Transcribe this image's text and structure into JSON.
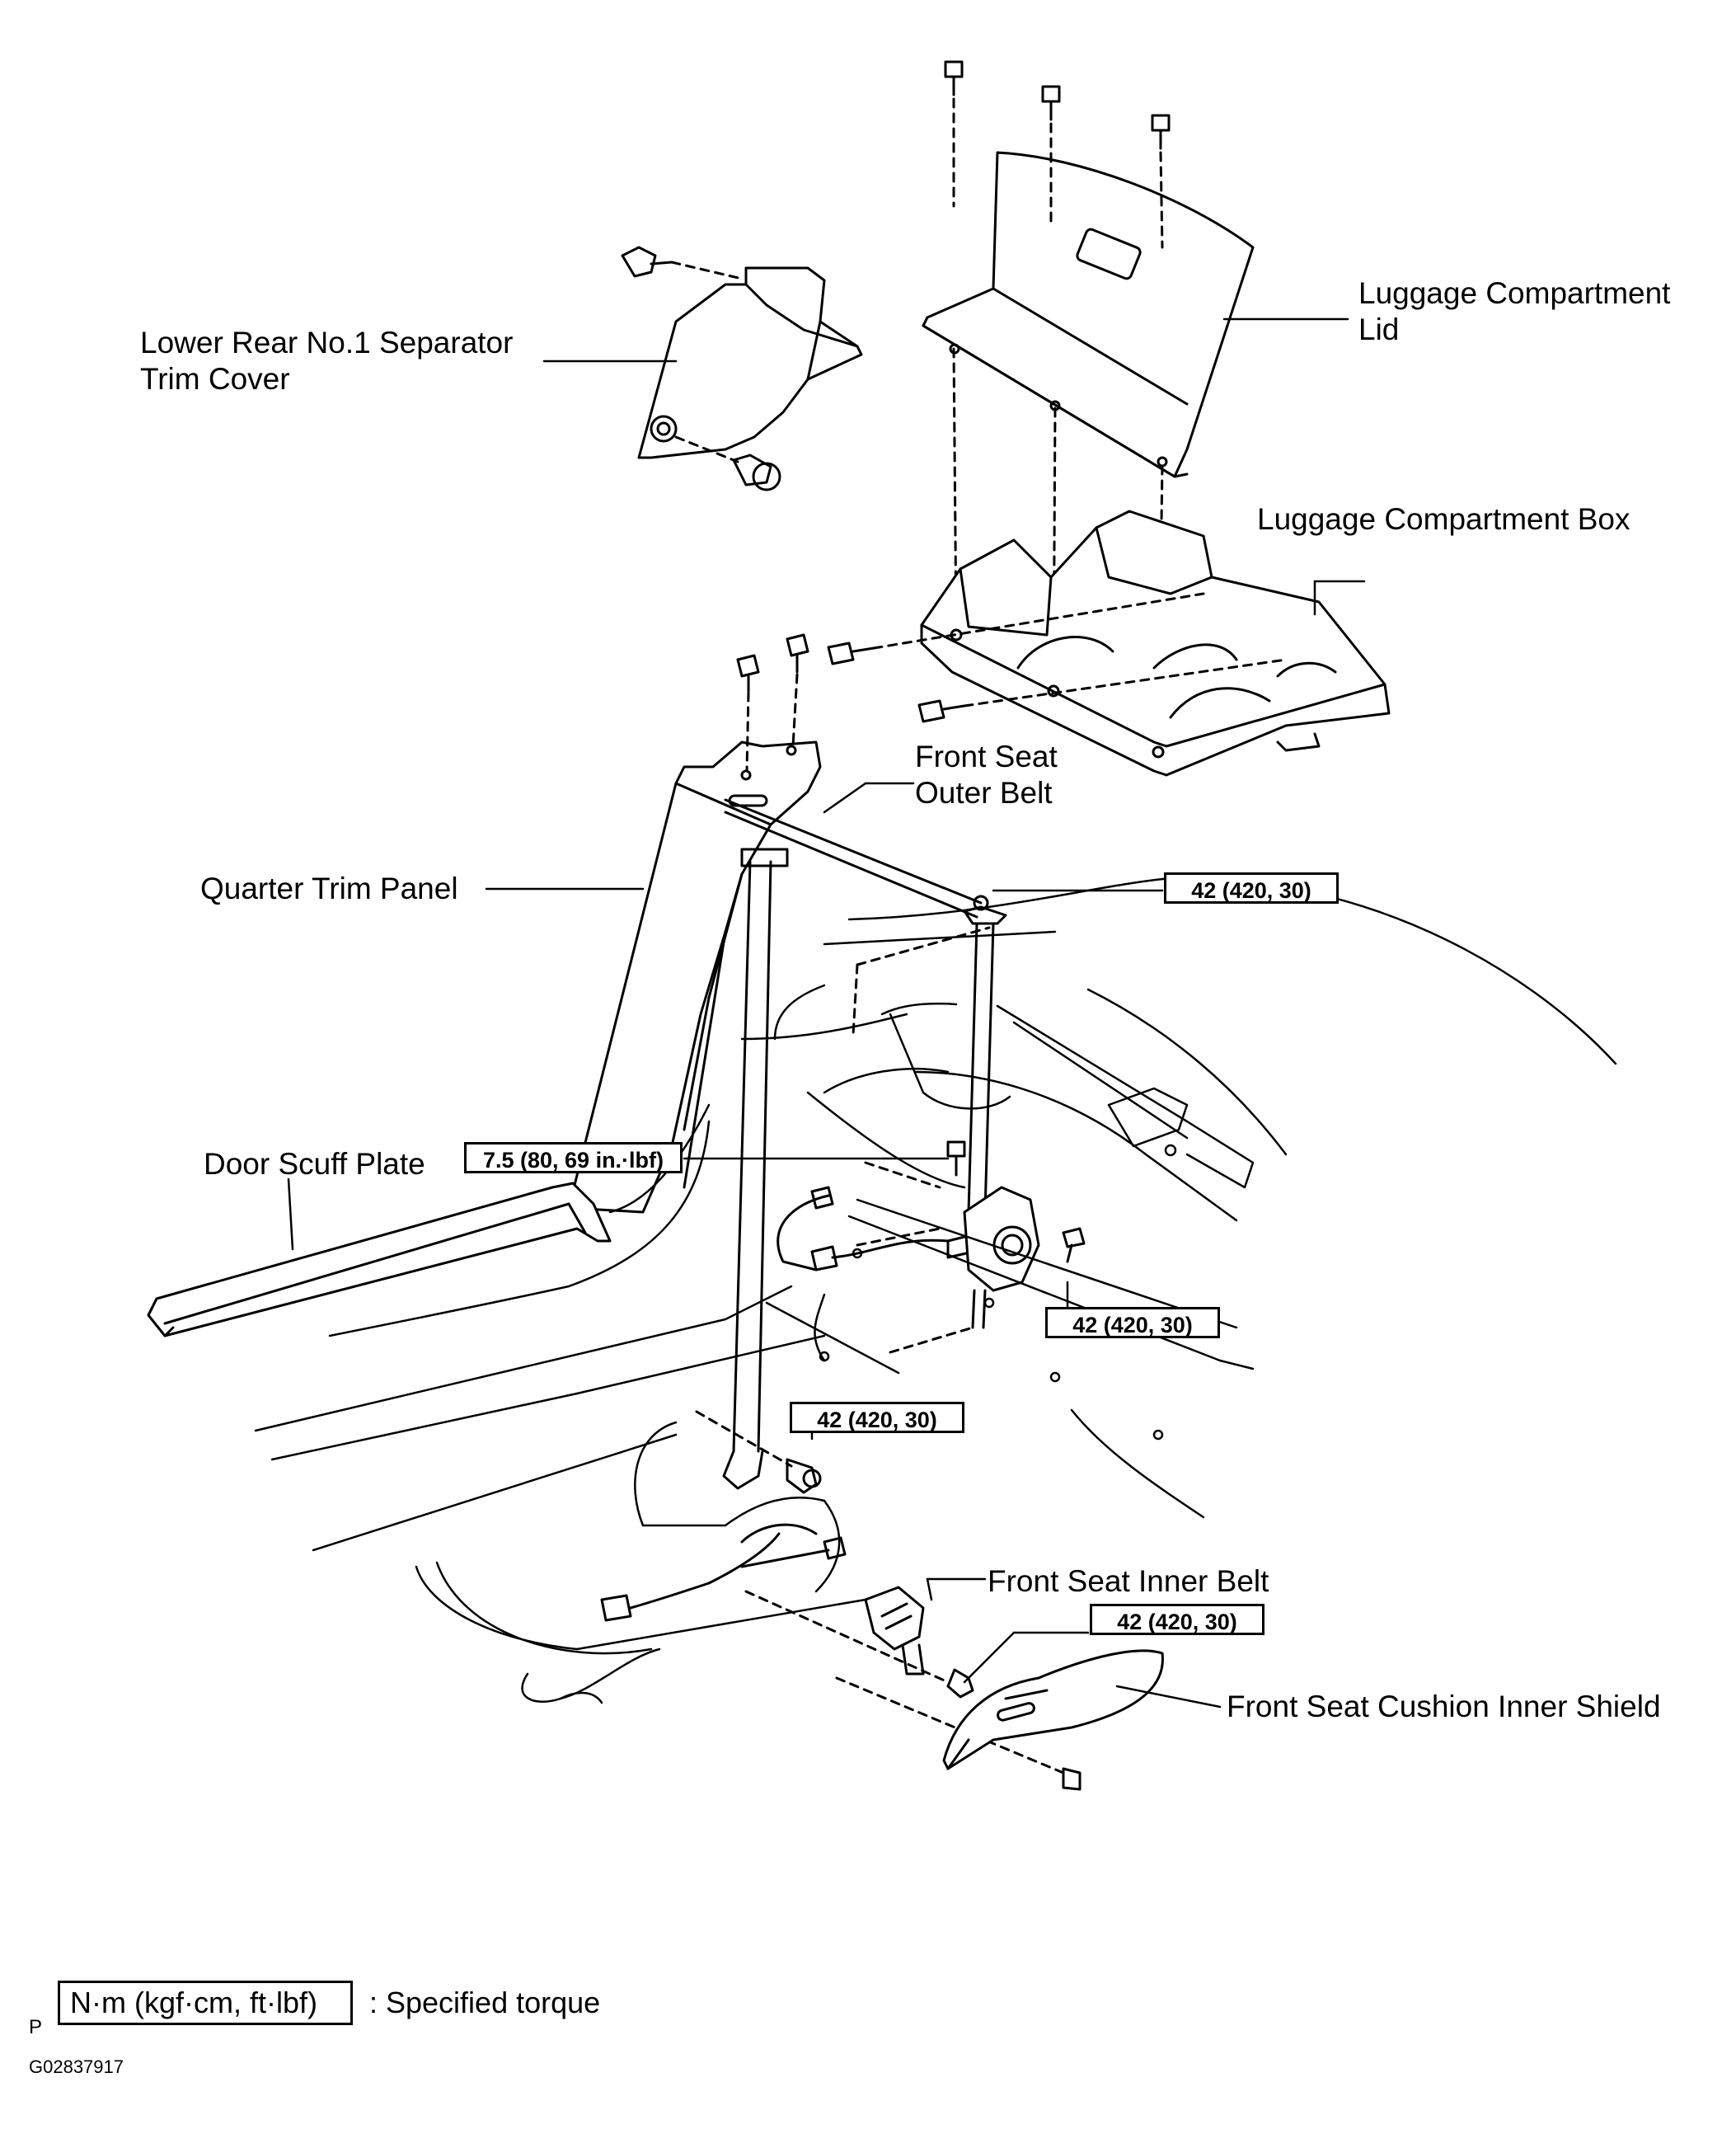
{
  "labels": {
    "separator_trim_cover": [
      "Lower Rear No.1 Separator",
      "Trim Cover"
    ],
    "luggage_lid": [
      "Luggage Compartment",
      "Lid"
    ],
    "luggage_box": "Luggage Compartment Box",
    "outer_belt": [
      "Front Seat",
      "Outer Belt"
    ],
    "quarter_trim": "Quarter Trim Panel",
    "door_scuff": "Door Scuff Plate",
    "inner_belt": "Front Seat Inner Belt",
    "cushion_shield": "Front Seat Cushion Inner Shield"
  },
  "torques": {
    "outer_belt_anchor_top": "42 (420, 30)",
    "retractor_bolt": "7.5 (80, 69 in.·lbf)",
    "retractor_mount": "42 (420, 30)",
    "outer_belt_floor": "42 (420, 30)",
    "inner_belt_bolt": "42 (420, 30)"
  },
  "legend": {
    "unit_box": "N·m (kgf·cm, ft·lbf)",
    "description": ": Specified torque",
    "prefix": "P"
  },
  "figure_code": "G02837917"
}
